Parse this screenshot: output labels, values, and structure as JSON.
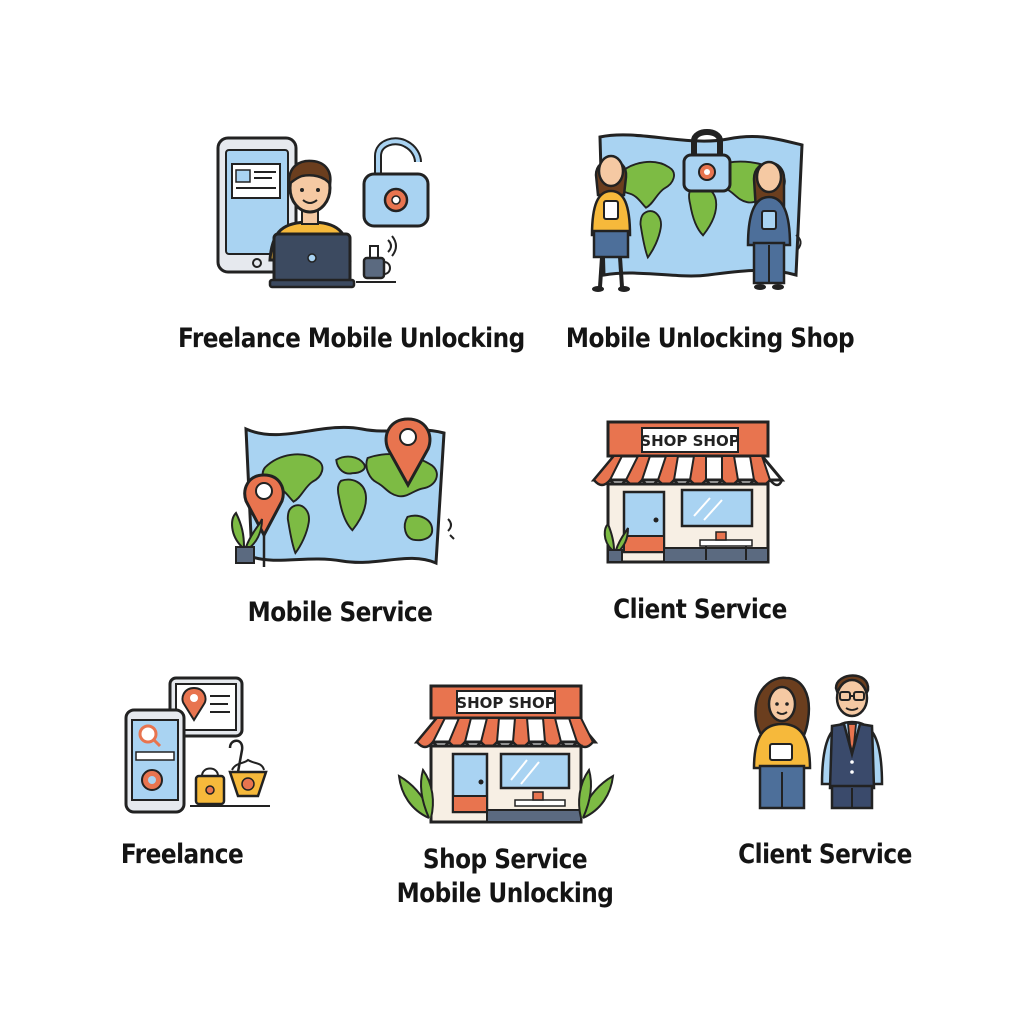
{
  "tiles": [
    {
      "caption": "Freelance Mobile Unlocking"
    },
    {
      "caption": "Mobile Unlocking Shop"
    },
    {
      "caption": "Mobile Service"
    },
    {
      "caption": "Client Service",
      "sign": "SHOP SHOP"
    },
    {
      "caption": "Freelance"
    },
    {
      "caption_line1": "Shop Service",
      "caption_line2": "Mobile Unlocking",
      "sign": "SHOP SHOP"
    },
    {
      "caption": "Client Service"
    }
  ],
  "colors": {
    "outline": "#222222",
    "sky_blue": "#a9d3f2",
    "continent_green": "#7dbb44",
    "accent_orange": "#e8744f",
    "shirt_yellow": "#f6b93b",
    "skin": "#f5c9a3",
    "hair_brown": "#6b3e1e",
    "denim": "#4d6f9a",
    "vest_navy": "#3a4a6b"
  }
}
